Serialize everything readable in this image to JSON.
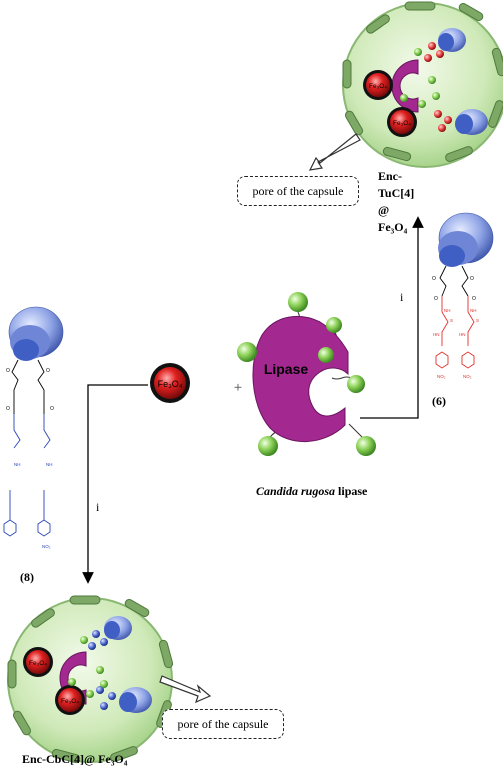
{
  "labels": {
    "pore_top": "pore of the capsule",
    "pore_bottom": "pore of the capsule",
    "enc_tuc": [
      "Enc-",
      "TuC[4]",
      "@",
      "Fe₃O₄"
    ],
    "enc_cbc": "Enc-CbC[4]@ Fe₃O₄",
    "compound_6": "(6)",
    "compound_8": "(8)",
    "reagent_top": "i",
    "reagent_bottom": "i",
    "plus": "+",
    "lipase": "Lipase",
    "fe3o4": "Fe₃O₄",
    "fe3o4_small": "Fe₃O₄",
    "candida": "Candida rugosa",
    "candida_suffix": " lipase",
    "no2": "NO₂",
    "nh": "NH",
    "hn": "HN",
    "s": "S",
    "o": "O"
  },
  "colors": {
    "capsule_fill": "#cfe9b8",
    "capsule_edge": "#7fb366",
    "lipase": "#a3288f",
    "fe3o4_red": "#d81b1b",
    "green_ball": "#8fd35a",
    "calixarene_blue": "#3f5fc4",
    "thiourea_red": "#e0322c",
    "carbamate_blue": "#2a45b8"
  }
}
